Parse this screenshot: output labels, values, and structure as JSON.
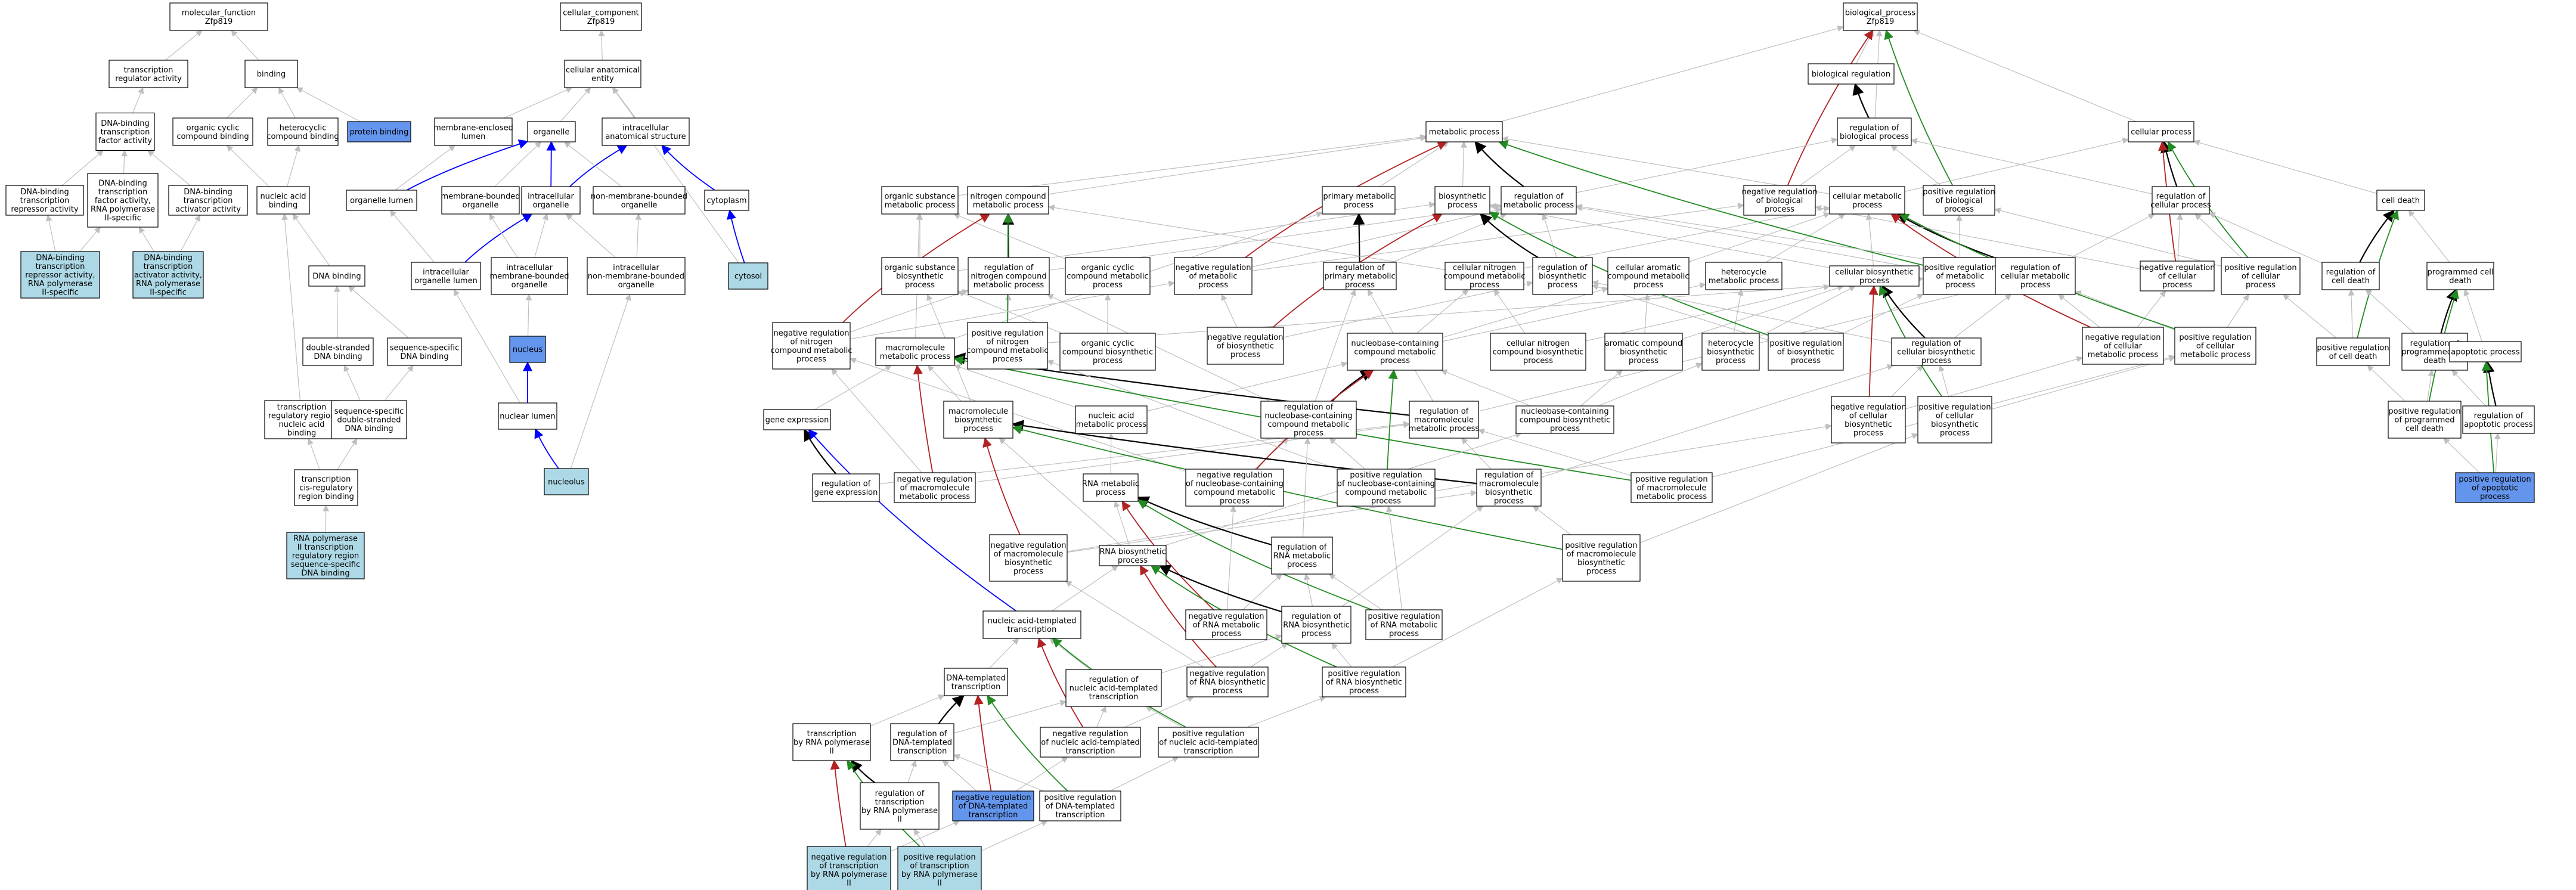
{
  "colors": {
    "node_fill": "#ffffff",
    "highlight_dark": "#6495ed",
    "highlight_light": "#add8e6",
    "edge_default": "#bfbfbf",
    "edge_black": "#000000",
    "edge_blue": "#0000ff",
    "edge_red": "#b22222",
    "edge_green": "#228b22"
  },
  "graph": {
    "nodes": [
      {
        "id": "mf",
        "label": "molecular_function\nZfp819"
      },
      {
        "id": "tra",
        "label": "transcription\nregulator activity"
      },
      {
        "id": "bind",
        "label": "binding"
      },
      {
        "id": "dbtfa",
        "label": "DNA-binding\ntranscription\nfactor activity"
      },
      {
        "id": "ocb",
        "label": "organic cyclic\ncompound binding"
      },
      {
        "id": "hcb",
        "label": "heterocyclic\ncompound binding"
      },
      {
        "id": "pb",
        "label": "protein binding",
        "fill": "dark"
      },
      {
        "id": "dbtra",
        "label": "DNA-binding\ntranscription\nrepressor activity"
      },
      {
        "id": "dbtfrnap",
        "label": "DNA-binding\ntranscription\nfactor activity,\nRNA polymerase\nII-specific"
      },
      {
        "id": "dbtaa",
        "label": "DNA-binding\ntranscription\nactivator activity"
      },
      {
        "id": "nab",
        "label": "nucleic acid\nbinding"
      },
      {
        "id": "dbtrrnap",
        "label": "DNA-binding\ntranscription\nrepressor activity,\nRNA polymerase\nII-specific",
        "fill": "light"
      },
      {
        "id": "dbtarnap",
        "label": "DNA-binding\ntranscription\nactivator activity,\nRNA polymerase\nII-specific",
        "fill": "light"
      },
      {
        "id": "dnab",
        "label": "DNA binding"
      },
      {
        "id": "dsdb",
        "label": "double-stranded\nDNA binding"
      },
      {
        "id": "ssdb",
        "label": "sequence-specific\nDNA binding"
      },
      {
        "id": "trrnab",
        "label": "transcription\nregulatory region\nnucleic acid\nbinding"
      },
      {
        "id": "ssdsdb",
        "label": "sequence-specific\ndouble-stranded\nDNA binding"
      },
      {
        "id": "tcrrb",
        "label": "transcription\ncis-regulatory\nregion binding"
      },
      {
        "id": "rnapii",
        "label": "RNA polymerase\nII transcription\nregulatory region\nsequence-specific\nDNA binding",
        "fill": "light"
      },
      {
        "id": "cc",
        "label": "cellular_component\nZfp819"
      },
      {
        "id": "cae",
        "label": "cellular anatomical\nentity"
      },
      {
        "id": "mel",
        "label": "membrane-enclosed\nlumen"
      },
      {
        "id": "org",
        "label": "organelle"
      },
      {
        "id": "ias",
        "label": "intracellular\nanatomical structure"
      },
      {
        "id": "orgl",
        "label": "organelle lumen"
      },
      {
        "id": "mbo",
        "label": "membrane-bounded\norganelle"
      },
      {
        "id": "io",
        "label": "intracellular\norganelle"
      },
      {
        "id": "nmbo",
        "label": "non-membrane-bounded\norganelle"
      },
      {
        "id": "cyto",
        "label": "cytoplasm"
      },
      {
        "id": "iol",
        "label": "intracellular\norganelle lumen"
      },
      {
        "id": "imbo",
        "label": "intracellular\nmembrane-bounded\norganelle"
      },
      {
        "id": "inmbo",
        "label": "intracellular\nnon-membrane-bounded\norganelle"
      },
      {
        "id": "cytosol",
        "label": "cytosol",
        "fill": "light"
      },
      {
        "id": "nucleus",
        "label": "nucleus",
        "fill": "dark"
      },
      {
        "id": "nl",
        "label": "nuclear lumen"
      },
      {
        "id": "nucleolus",
        "label": "nucleolus",
        "fill": "light"
      },
      {
        "id": "bp",
        "label": "biological_process\nZfp819"
      },
      {
        "id": "breg",
        "label": "biological regulation"
      },
      {
        "id": "rbp",
        "label": "regulation of\nbiological process"
      },
      {
        "id": "mp",
        "label": "metabolic process"
      },
      {
        "id": "cp",
        "label": "cellular process"
      },
      {
        "id": "osmp",
        "label": "organic substance\nmetabolic process"
      },
      {
        "id": "ncmp",
        "label": "nitrogen compound\nmetabolic process"
      },
      {
        "id": "pmp",
        "label": "primary metabolic\nprocess"
      },
      {
        "id": "bsp",
        "label": "biosynthetic\nprocess"
      },
      {
        "id": "rmp",
        "label": "regulation of\nmetabolic process"
      },
      {
        "id": "nrbp",
        "label": "negative regulation\nof biological\nprocess"
      },
      {
        "id": "cmp",
        "label": "cellular metabolic\nprocess"
      },
      {
        "id": "prbp",
        "label": "positive regulation\nof biological\nprocess"
      },
      {
        "id": "rcp",
        "label": "regulation of\ncellular process"
      },
      {
        "id": "cd",
        "label": "cell death"
      },
      {
        "id": "osbp",
        "label": "organic substance\nbiosynthetic\nprocess"
      },
      {
        "id": "rncmp",
        "label": "regulation of\nnitrogen compound\nmetabolic process"
      },
      {
        "id": "occmp",
        "label": "organic cyclic\ncompound metabolic\nprocess"
      },
      {
        "id": "nrmp",
        "label": "negative regulation\nof metabolic\nprocess"
      },
      {
        "id": "rpmp",
        "label": "regulation of\nprimary metabolic\nprocess"
      },
      {
        "id": "cncmp",
        "label": "cellular nitrogen\ncompound metabolic\nprocess"
      },
      {
        "id": "rbsp",
        "label": "regulation of\nbiosynthetic\nprocess"
      },
      {
        "id": "cacmp",
        "label": "cellular aromatic\ncompound metabolic\nprocess"
      },
      {
        "id": "hmp",
        "label": "heterocycle\nmetabolic process"
      },
      {
        "id": "cbsp",
        "label": "cellular biosynthetic\nprocess"
      },
      {
        "id": "prmp",
        "label": "positive regulation\nof metabolic\nprocess"
      },
      {
        "id": "rcmp",
        "label": "regulation of\ncellular metabolic\nprocess"
      },
      {
        "id": "nrcp",
        "label": "negative regulation\nof cellular\nprocess"
      },
      {
        "id": "prcp",
        "label": "positive regulation\nof cellular\nprocess"
      },
      {
        "id": "rcd",
        "label": "regulation of\ncell death"
      },
      {
        "id": "pcd",
        "label": "programmed cell\ndeath"
      },
      {
        "id": "nrncmp",
        "label": "negative regulation\nof nitrogen\ncompound metabolic\nprocess"
      },
      {
        "id": "mmmp",
        "label": "macromolecule\nmetabolic process"
      },
      {
        "id": "prncmp",
        "label": "positive regulation\nof nitrogen\ncompound metabolic\nprocess"
      },
      {
        "id": "occbp",
        "label": "organic cyclic\ncompound biosynthetic\nprocess"
      },
      {
        "id": "nrbsp",
        "label": "negative regulation\nof biosynthetic\nprocess"
      },
      {
        "id": "nbcmp",
        "label": "nucleobase-containing\ncompound metabolic\nprocess"
      },
      {
        "id": "cncbp",
        "label": "cellular nitrogen\ncompound biosynthetic\nprocess"
      },
      {
        "id": "acbp",
        "label": "aromatic compound\nbiosynthetic\nprocess"
      },
      {
        "id": "hbp",
        "label": "heterocycle\nbiosynthetic\nprocess"
      },
      {
        "id": "prbsp",
        "label": "positive regulation\nof biosynthetic\nprocess"
      },
      {
        "id": "rcbsp",
        "label": "regulation of\ncellular biosynthetic\nprocess"
      },
      {
        "id": "nrcmp",
        "label": "negative regulation\nof cellular\nmetabolic process"
      },
      {
        "id": "prcmp",
        "label": "positive regulation\nof cellular\nmetabolic process"
      },
      {
        "id": "prcd",
        "label": "positive regulation\nof cell death"
      },
      {
        "id": "rpcd",
        "label": "regulation of\nprogrammed cell\ndeath"
      },
      {
        "id": "ap",
        "label": "apoptotic process"
      },
      {
        "id": "ge",
        "label": "gene expression"
      },
      {
        "id": "mmbp",
        "label": "macromolecule\nbiosynthetic\nprocess"
      },
      {
        "id": "namp",
        "label": "nucleic acid\nmetabolic process"
      },
      {
        "id": "rnbcmp",
        "label": "regulation of\nnucleobase-containing\ncompound metabolic\nprocess"
      },
      {
        "id": "rmmmp",
        "label": "regulation of\nmacromolecule\nmetabolic process"
      },
      {
        "id": "nbcbp",
        "label": "nucleobase-containing\ncompound biosynthetic\nprocess"
      },
      {
        "id": "nrcbsp",
        "label": "negative regulation\nof cellular\nbiosynthetic\nprocess"
      },
      {
        "id": "prcbsp",
        "label": "positive regulation\nof cellular\nbiosynthetic\nprocess"
      },
      {
        "id": "prpcd",
        "label": "positive regulation\nof programmed\ncell death"
      },
      {
        "id": "rap",
        "label": "regulation of\napoptotic process"
      },
      {
        "id": "rge",
        "label": "regulation of\ngene expression"
      },
      {
        "id": "nrmmmp",
        "label": "negative regulation\nof macromolecule\nmetabolic process"
      },
      {
        "id": "rnamp",
        "label": "RNA metabolic\nprocess"
      },
      {
        "id": "nrnbcmp",
        "label": "negative regulation\nof nucleobase-containing\ncompound metabolic\nprocess"
      },
      {
        "id": "prnbcmp",
        "label": "positive regulation\nof nucleobase-containing\ncompound metabolic\nprocess"
      },
      {
        "id": "rmmbp",
        "label": "regulation of\nmacromolecule\nbiosynthetic\nprocess"
      },
      {
        "id": "prmmmp",
        "label": "positive regulation\nof macromolecule\nmetabolic process"
      },
      {
        "id": "prap",
        "label": "positive regulation\nof apoptotic\nprocess",
        "fill": "dark"
      },
      {
        "id": "nrmmbp",
        "label": "negative regulation\nof macromolecule\nbiosynthetic\nprocess"
      },
      {
        "id": "rnabp",
        "label": "RNA biosynthetic\nprocess"
      },
      {
        "id": "rrnamp",
        "label": "regulation of\nRNA metabolic\nprocess"
      },
      {
        "id": "prmmbp",
        "label": "positive regulation\nof macromolecule\nbiosynthetic\nprocess"
      },
      {
        "id": "natt",
        "label": "nucleic acid-templated\ntranscription"
      },
      {
        "id": "nrrnamp",
        "label": "negative regulation\nof RNA metabolic\nprocess"
      },
      {
        "id": "rrnabp",
        "label": "regulation of\nRNA biosynthetic\nprocess"
      },
      {
        "id": "prrnamp",
        "label": "positive regulation\nof RNA metabolic\nprocess"
      },
      {
        "id": "dtt",
        "label": "DNA-templated\ntranscription"
      },
      {
        "id": "rnatt",
        "label": "regulation of\nnucleic acid-templated\ntranscription"
      },
      {
        "id": "nrrnabp",
        "label": "negative regulation\nof RNA biosynthetic\nprocess"
      },
      {
        "id": "prrnabp",
        "label": "positive regulation\nof RNA biosynthetic\nprocess"
      },
      {
        "id": "tbrnap",
        "label": "transcription\nby RNA polymerase\nII"
      },
      {
        "id": "rdtt",
        "label": "regulation of\nDNA-templated\ntranscription"
      },
      {
        "id": "nrnatt",
        "label": "negative regulation\nof nucleic acid-templated\ntranscription"
      },
      {
        "id": "prnatt",
        "label": "positive regulation\nof nucleic acid-templated\ntranscription"
      },
      {
        "id": "rtbrnap",
        "label": "regulation of\ntranscription\nby RNA polymerase\nII"
      },
      {
        "id": "nrdtt",
        "label": "negative regulation\nof DNA-templated\ntranscription",
        "fill": "dark"
      },
      {
        "id": "prdtt",
        "label": "positive regulation\nof DNA-templated\ntranscription"
      },
      {
        "id": "nrtbrnap",
        "label": "negative regulation\nof transcription\nby RNA polymerase\nII",
        "fill": "light"
      },
      {
        "id": "prtbrnap",
        "label": "positive regulation\nof transcription\nby RNA polymerase\nII",
        "fill": "light"
      }
    ]
  }
}
